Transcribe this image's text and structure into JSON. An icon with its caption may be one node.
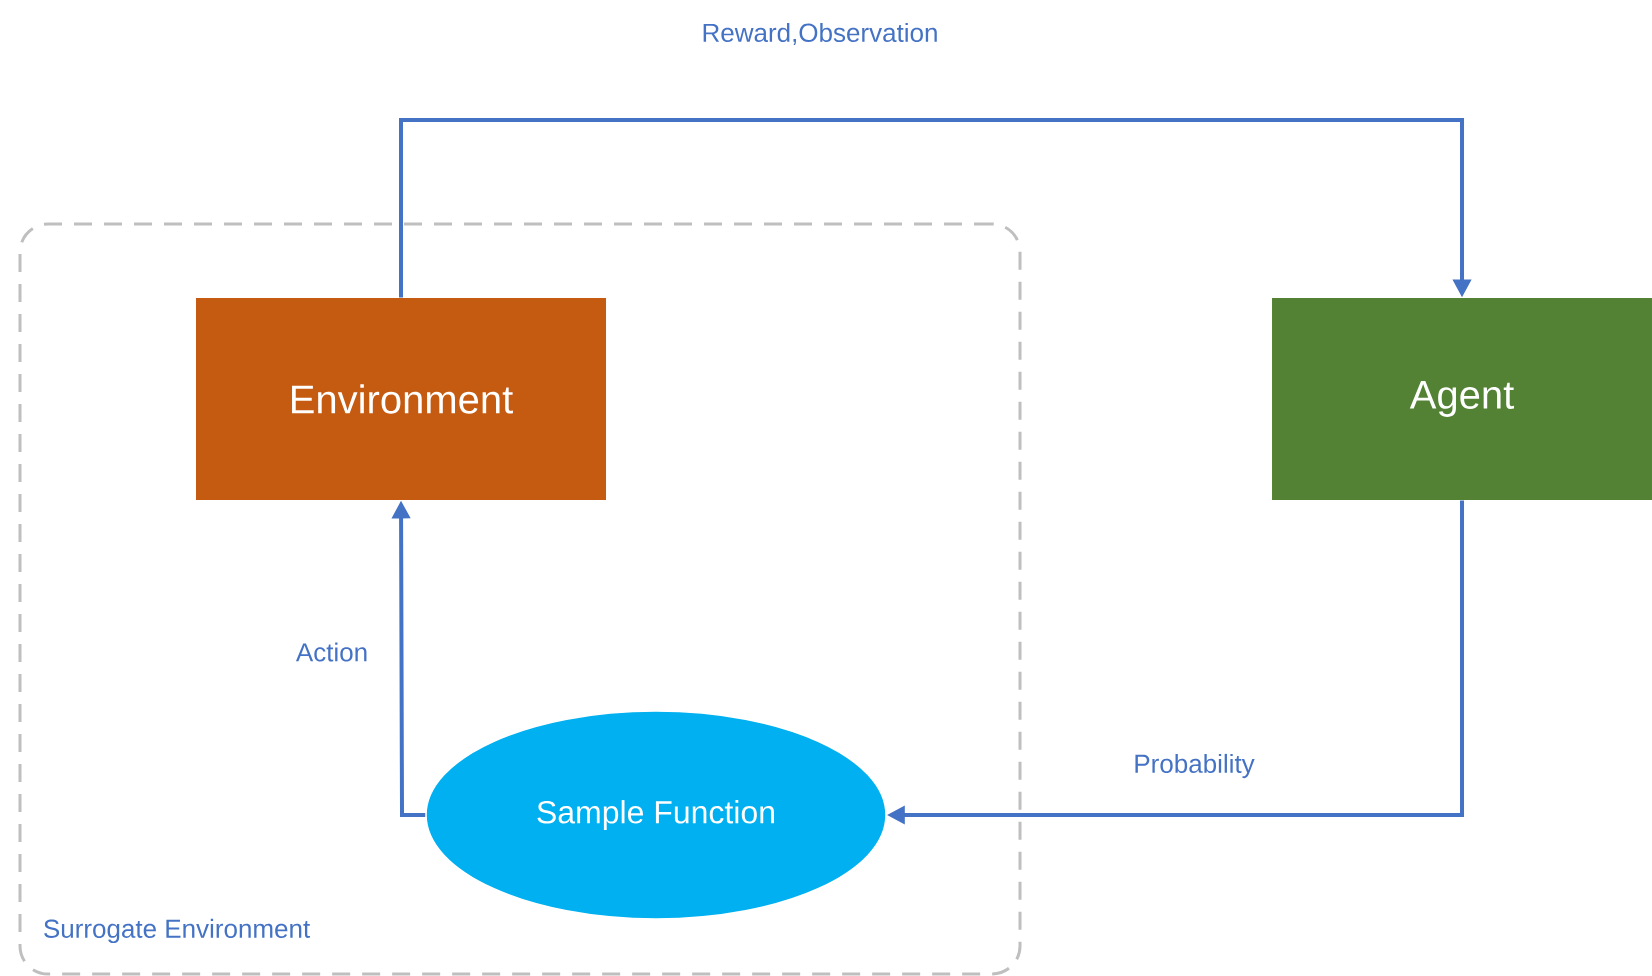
{
  "diagram": {
    "nodes": [
      {
        "text": [
          "Surrogate Environment"
        ]
      },
      {
        "text": [
          "Environment"
        ],
        "in": 0
      },
      {
        "text": [
          "Agent"
        ]
      },
      {
        "text": [
          "Sample Function"
        ],
        "in": 0
      }
    ],
    "edges": [
      {
        "from": 1,
        "to": 2,
        "arrow": "to",
        "label": "Reward,Observation"
      },
      {
        "from": 2,
        "to": 3,
        "arrow": "to",
        "label": "Probability"
      },
      {
        "from": 3,
        "to": 1,
        "arrow": "to",
        "label": "Action"
      }
    ]
  }
}
